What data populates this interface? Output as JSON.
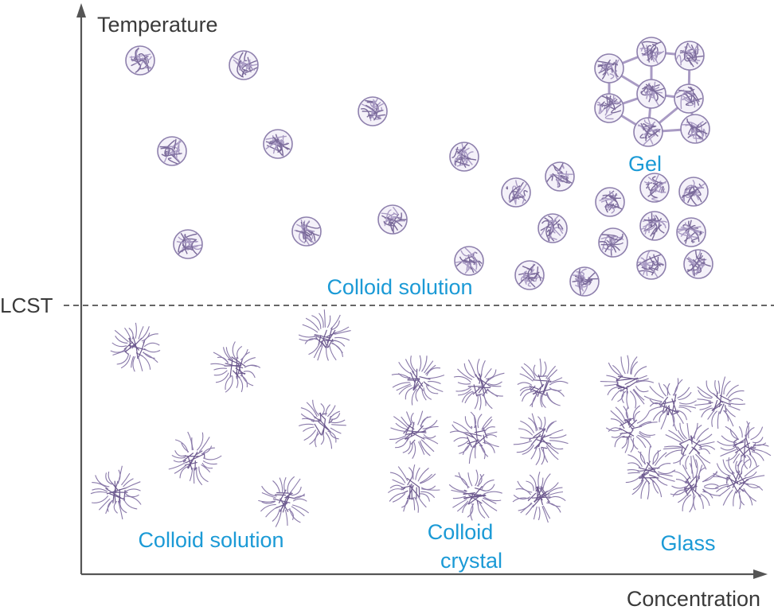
{
  "axes": {
    "y_label": "Temperature",
    "x_label": "Concentration",
    "threshold_label": "LCST"
  },
  "regions": {
    "above_solution": "Colloid solution",
    "gel": "Gel",
    "below_solution": "Colloid solution",
    "crystal_line1": "Colloid",
    "crystal_line2": "crystal",
    "glass": "Glass"
  },
  "colors": {
    "axis": "#555555",
    "label_blue": "#1b9ad6",
    "particle": "#7a6a9a",
    "particle_light": "#a99bc4"
  },
  "icons": {
    "collapsed_particle": "collapsed-globule-icon",
    "swollen_particle": "swollen-microgel-icon"
  }
}
